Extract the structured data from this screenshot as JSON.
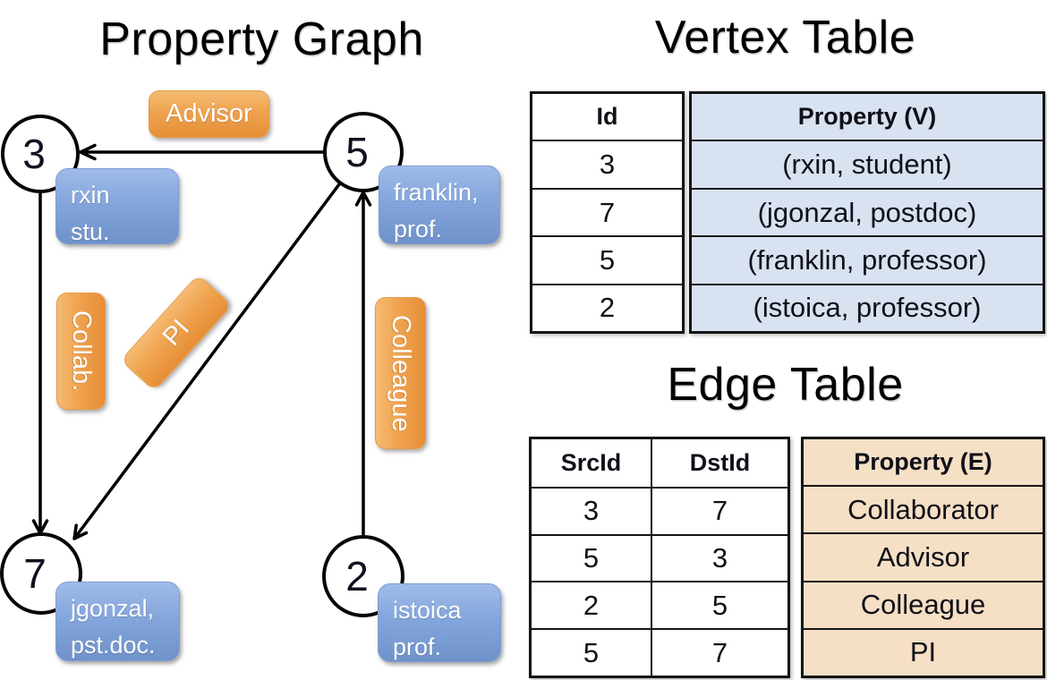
{
  "graph": {
    "title": "Property Graph",
    "nodes": [
      {
        "id": "3",
        "line1": "rxin",
        "line2": "stu."
      },
      {
        "id": "5",
        "line1": "franklin,",
        "line2": "prof."
      },
      {
        "id": "7",
        "line1": "jgonzal,",
        "line2": "pst.doc."
      },
      {
        "id": "2",
        "line1": "istoica",
        "line2": "prof."
      }
    ],
    "edges": [
      {
        "label": "Advisor"
      },
      {
        "label": "Collab."
      },
      {
        "label": "PI"
      },
      {
        "label": "Colleague"
      }
    ]
  },
  "vertex_table": {
    "title": "Vertex Table",
    "columns": [
      "Id",
      "Property (V)"
    ],
    "rows": [
      [
        "3",
        "(rxin, student)"
      ],
      [
        "7",
        "(jgonzal, postdoc)"
      ],
      [
        "5",
        "(franklin, professor)"
      ],
      [
        "2",
        "(istoica, professor)"
      ]
    ]
  },
  "edge_table": {
    "title": "Edge Table",
    "columns": [
      "SrcId",
      "DstId",
      "Property (E)"
    ],
    "rows": [
      [
        "3",
        "7",
        "Collaborator"
      ],
      [
        "5",
        "3",
        "Advisor"
      ],
      [
        "2",
        "5",
        "Colleague"
      ],
      [
        "5",
        "7",
        "PI"
      ]
    ]
  },
  "colors": {
    "edge_label_orange": "#efa350",
    "vertex_property_blue": "#84a6dd",
    "vertex_table_fill": "#d8e2f1",
    "edge_table_fill": "#f5dfc5",
    "line_black": "#000000"
  }
}
